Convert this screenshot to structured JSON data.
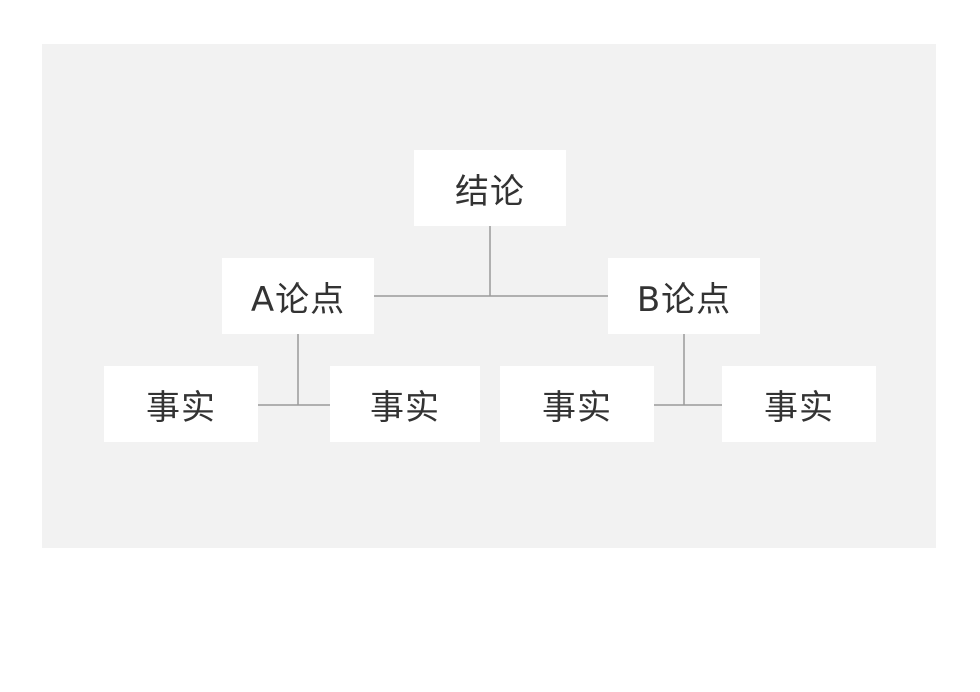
{
  "diagram": {
    "root": {
      "label": "结论"
    },
    "points": [
      {
        "label": "A论点"
      },
      {
        "label": "B论点"
      }
    ],
    "facts": [
      {
        "label": "事实"
      },
      {
        "label": "事实"
      },
      {
        "label": "事实"
      },
      {
        "label": "事实"
      }
    ]
  },
  "colors": {
    "panel_background": "#f2f2f2",
    "node_background": "#ffffff",
    "connector": "#9a9a9a",
    "text": "#333333"
  }
}
